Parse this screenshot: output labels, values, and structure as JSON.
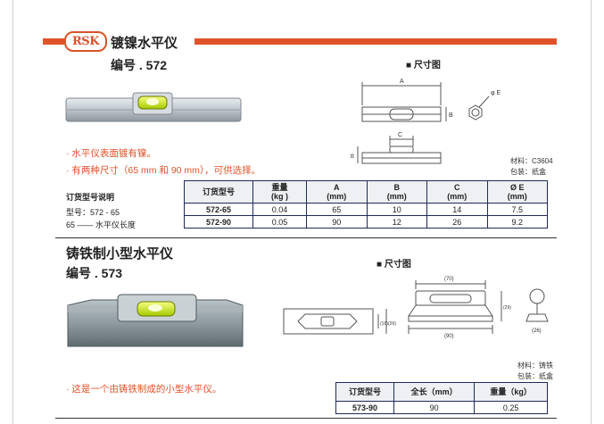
{
  "brand": {
    "logo_text": "RSK",
    "accent_color": "#e0532a"
  },
  "product1": {
    "title": "镀镍水平仪",
    "model": "编号 . 572",
    "dimension_heading": "■ 尺寸图",
    "dim_labels": {
      "a": "A",
      "b": "B",
      "c": "C",
      "e": "φ E"
    },
    "material": "材料：C3604",
    "packaging": "包装：纸盒",
    "bullets": [
      "· 水平仪表面镀有镍。",
      "· 有两种尺寸（65 mm 和 90 mm），可供选择。"
    ],
    "order_note": {
      "heading": "订货型号说明",
      "line1": "型号：572 - 65",
      "line2": "65 —— 水平仪长度"
    },
    "table": {
      "headers": [
        {
          "l1": "订货型号",
          "l2": ""
        },
        {
          "l1": "重量",
          "l2": "(kg )"
        },
        {
          "l1": "A",
          "l2": "(mm)"
        },
        {
          "l1": "B",
          "l2": "(mm)"
        },
        {
          "l1": "C",
          "l2": "(mm)"
        },
        {
          "l1": "Ø E",
          "l2": "(mm)"
        }
      ],
      "rows": [
        [
          "572-65",
          "0.04",
          "65",
          "10",
          "14",
          "7.5"
        ],
        [
          "572-90",
          "0.05",
          "90",
          "12",
          "26",
          "9.2"
        ]
      ]
    }
  },
  "product2": {
    "title": "铸铁制小型水平仪",
    "model": "编号 . 573",
    "dimension_heading": "■ 尺寸图",
    "dim_labels": {
      "d70": "(70)",
      "d90": "(90)",
      "d16": "(16)",
      "d26": "(26)",
      "d29": "(29)",
      "d26b": "(26)"
    },
    "material": "材料：铸铁",
    "packaging": "包装：纸盒",
    "bullet": "· 这是一个由铸铁制成的小型水平仪。",
    "table": {
      "headers": [
        "订货型号",
        "全长（mm）",
        "重量（kg）"
      ],
      "rows": [
        [
          "573-90",
          "90",
          "0.25"
        ]
      ]
    }
  }
}
